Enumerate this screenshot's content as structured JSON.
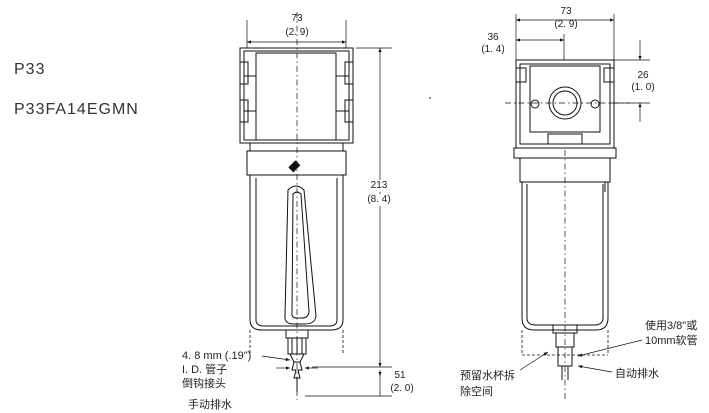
{
  "models": {
    "series": "P33",
    "part_number": "P33FA14EGMN"
  },
  "front_view": {
    "width_mm": "73",
    "width_in": "(2. 9)",
    "height_mm": "213",
    "height_in": "(8. 4)",
    "drain_clear_mm": "51",
    "drain_clear_in": "(2. 0)",
    "tube_note_line1": "4. 8 mm (.19\")",
    "tube_note_line2": "I. D.  管子",
    "tube_note_line3": "倒钩接头",
    "manual_drain": "手动排水"
  },
  "side_view": {
    "width_mm": "73",
    "width_in": "(2. 9)",
    "port_offset_mm": "36",
    "port_offset_in": "(1. 4)",
    "port_height_mm": "26",
    "port_height_in": "(1. 0)",
    "bowl_removal_line1": "预留水杯拆",
    "bowl_removal_line2": "除空间",
    "auto_drain": "自动排水",
    "tube_note_line1": "使用3/8\"或",
    "tube_note_line2": "10mm软管"
  }
}
